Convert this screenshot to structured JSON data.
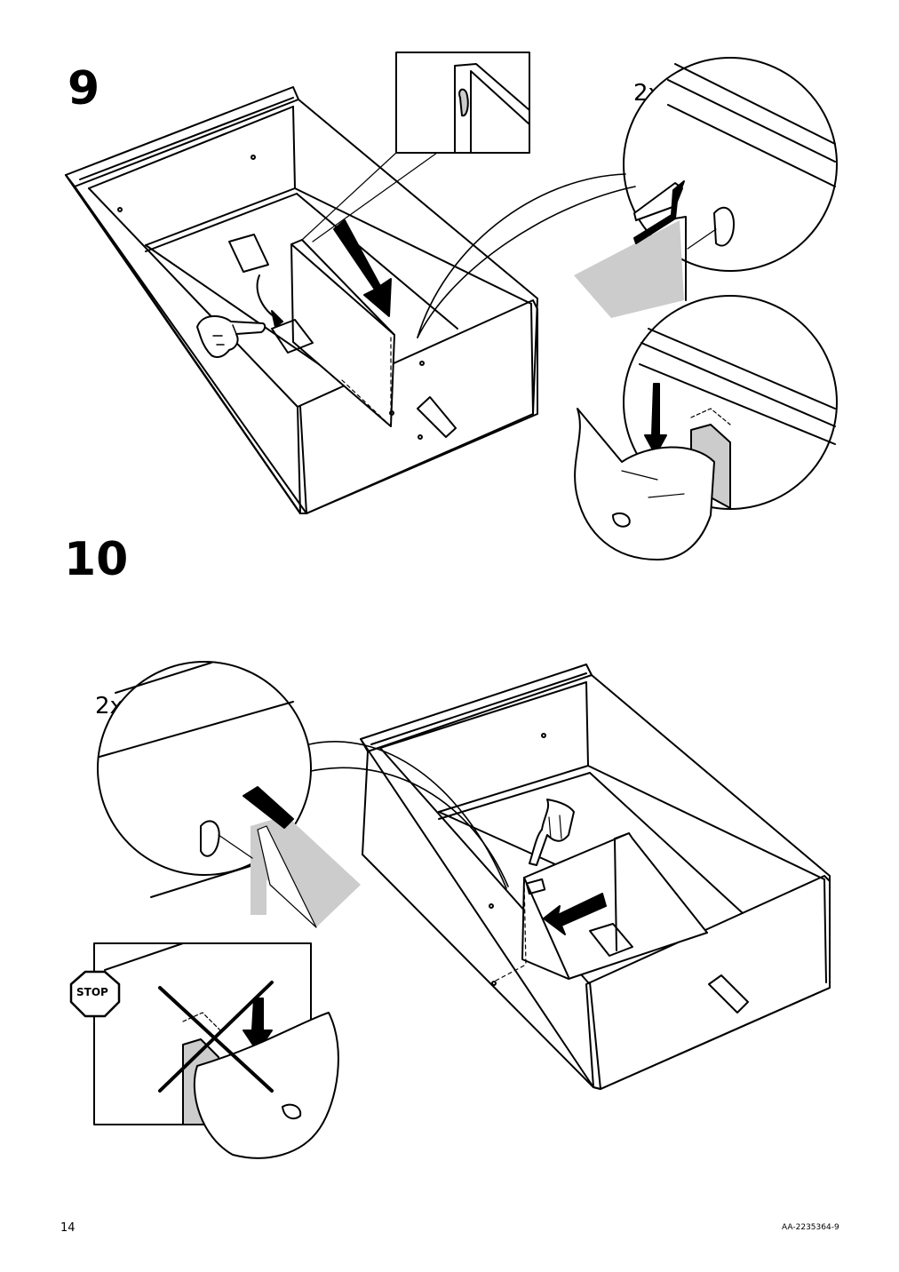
{
  "steps": [
    {
      "number": "9",
      "multiplier": "2x"
    },
    {
      "number": "10",
      "multiplier": "2x"
    }
  ],
  "stop_sign": {
    "label": "STOP",
    "color": "#000000"
  },
  "footer": {
    "page_number": "14",
    "doc_code": "AA-2235364-9"
  },
  "colors": {
    "line": "#000000",
    "shade": "#cccccc",
    "background": "#ffffff"
  }
}
